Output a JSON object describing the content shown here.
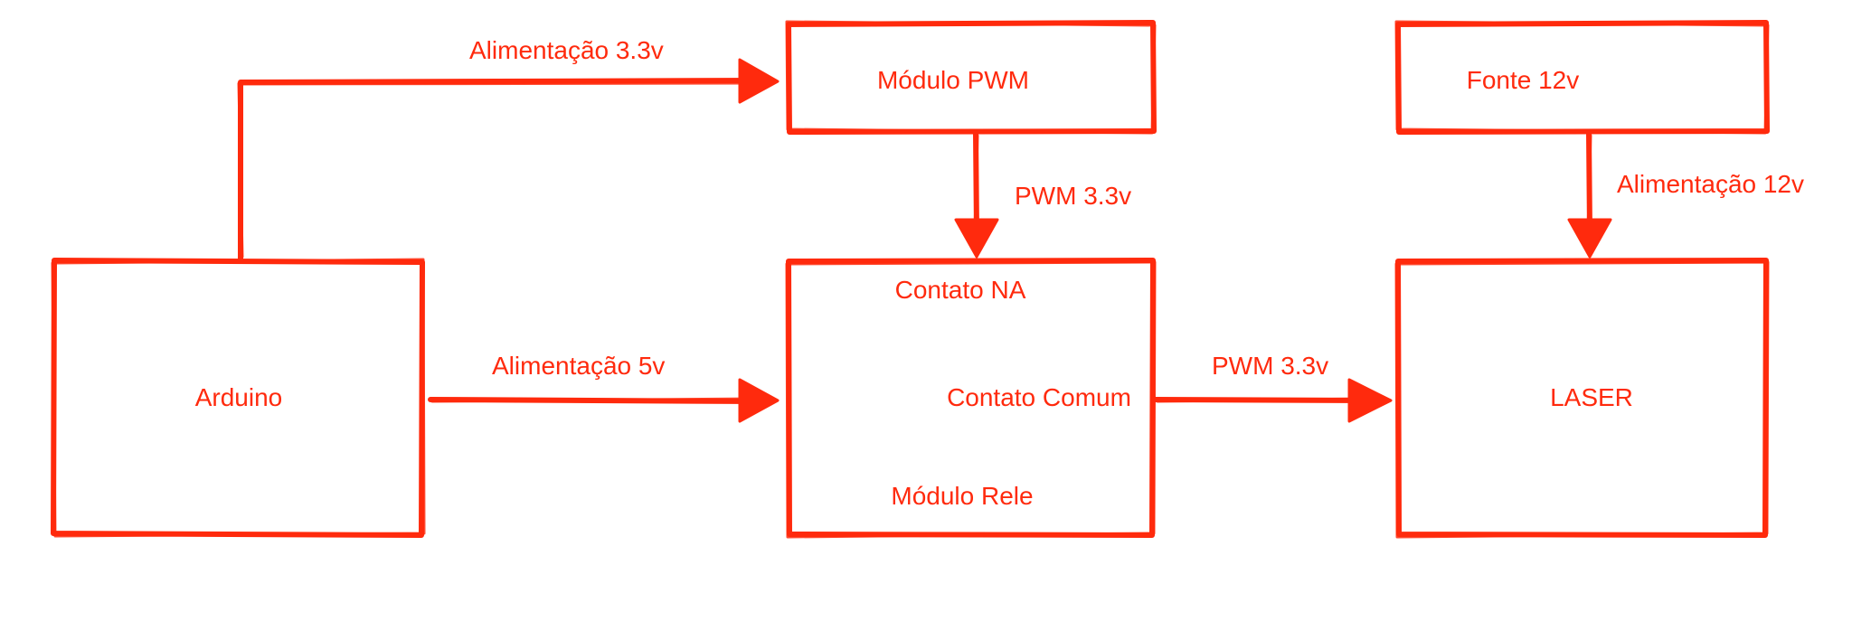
{
  "diagram": {
    "stroke_color": "#ff2a0d",
    "boxes": {
      "pwm": {
        "label": "Módulo PWM"
      },
      "fonte": {
        "label": "Fonte 12v"
      },
      "arduino": {
        "label": "Arduino"
      },
      "rele": {
        "contato_na": "Contato NA",
        "contato_comum": "Contato Comum",
        "name": "Módulo Rele"
      },
      "laser": {
        "label": "LASER"
      }
    },
    "edges": {
      "arduino_to_pwm": "Alimentação 3.3v",
      "pwm_to_rele": "PWM 3.3v",
      "fonte_to_laser": "Alimentação 12v",
      "arduino_to_rele": "Alimentação 5v",
      "rele_to_laser": "PWM 3.3v"
    }
  }
}
